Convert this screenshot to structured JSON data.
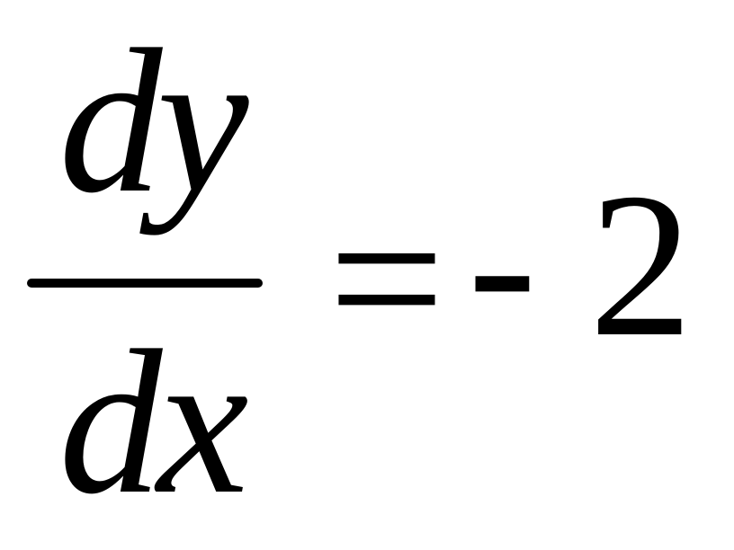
{
  "equation": {
    "numerator": "dy",
    "denominator": "dx",
    "equals": "=",
    "minus": "-",
    "constant": "2"
  }
}
